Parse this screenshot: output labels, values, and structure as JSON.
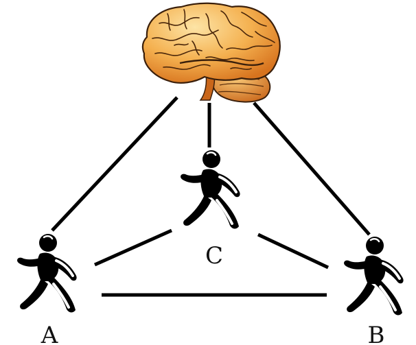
{
  "diagram": {
    "central_icon": "brain-icon",
    "nodes": [
      {
        "id": "A",
        "label": "A",
        "icon": "walking-person-icon"
      },
      {
        "id": "B",
        "label": "B",
        "icon": "walking-person-icon"
      },
      {
        "id": "C",
        "label": "C",
        "icon": "walking-person-icon"
      }
    ],
    "edges": [
      [
        "brain",
        "A"
      ],
      [
        "brain",
        "B"
      ],
      [
        "brain",
        "C"
      ],
      [
        "A",
        "B"
      ],
      [
        "A",
        "C"
      ],
      [
        "B",
        "C"
      ]
    ],
    "colors": {
      "line": "#000000",
      "figure": "#000000",
      "figure_highlight": "#ffffff",
      "brain_light": "#fde4a6",
      "brain_mid": "#f4b04f",
      "brain_dark": "#d7731e",
      "brain_outline": "#3a1f0b"
    }
  }
}
